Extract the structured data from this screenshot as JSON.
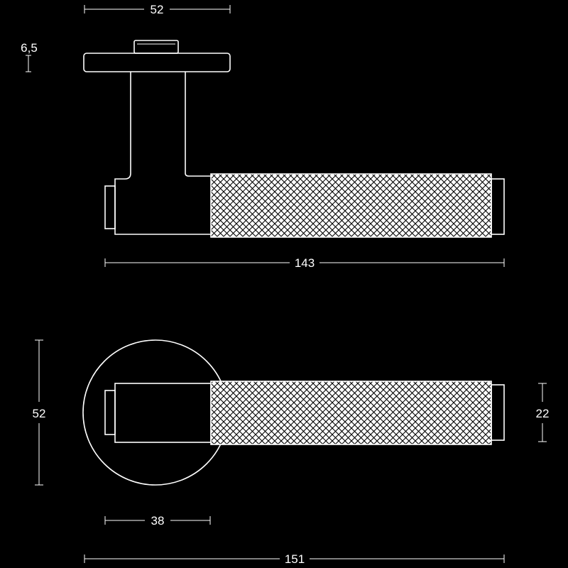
{
  "colors": {
    "background": "#000000",
    "line": "#ffffff"
  },
  "dimensions": {
    "rose_width": "52",
    "rose_thickness": "6,5",
    "lever_length_side": "143",
    "rose_diameter": "52",
    "grip_height": "22",
    "neck_length": "38",
    "overall_length": "151"
  }
}
